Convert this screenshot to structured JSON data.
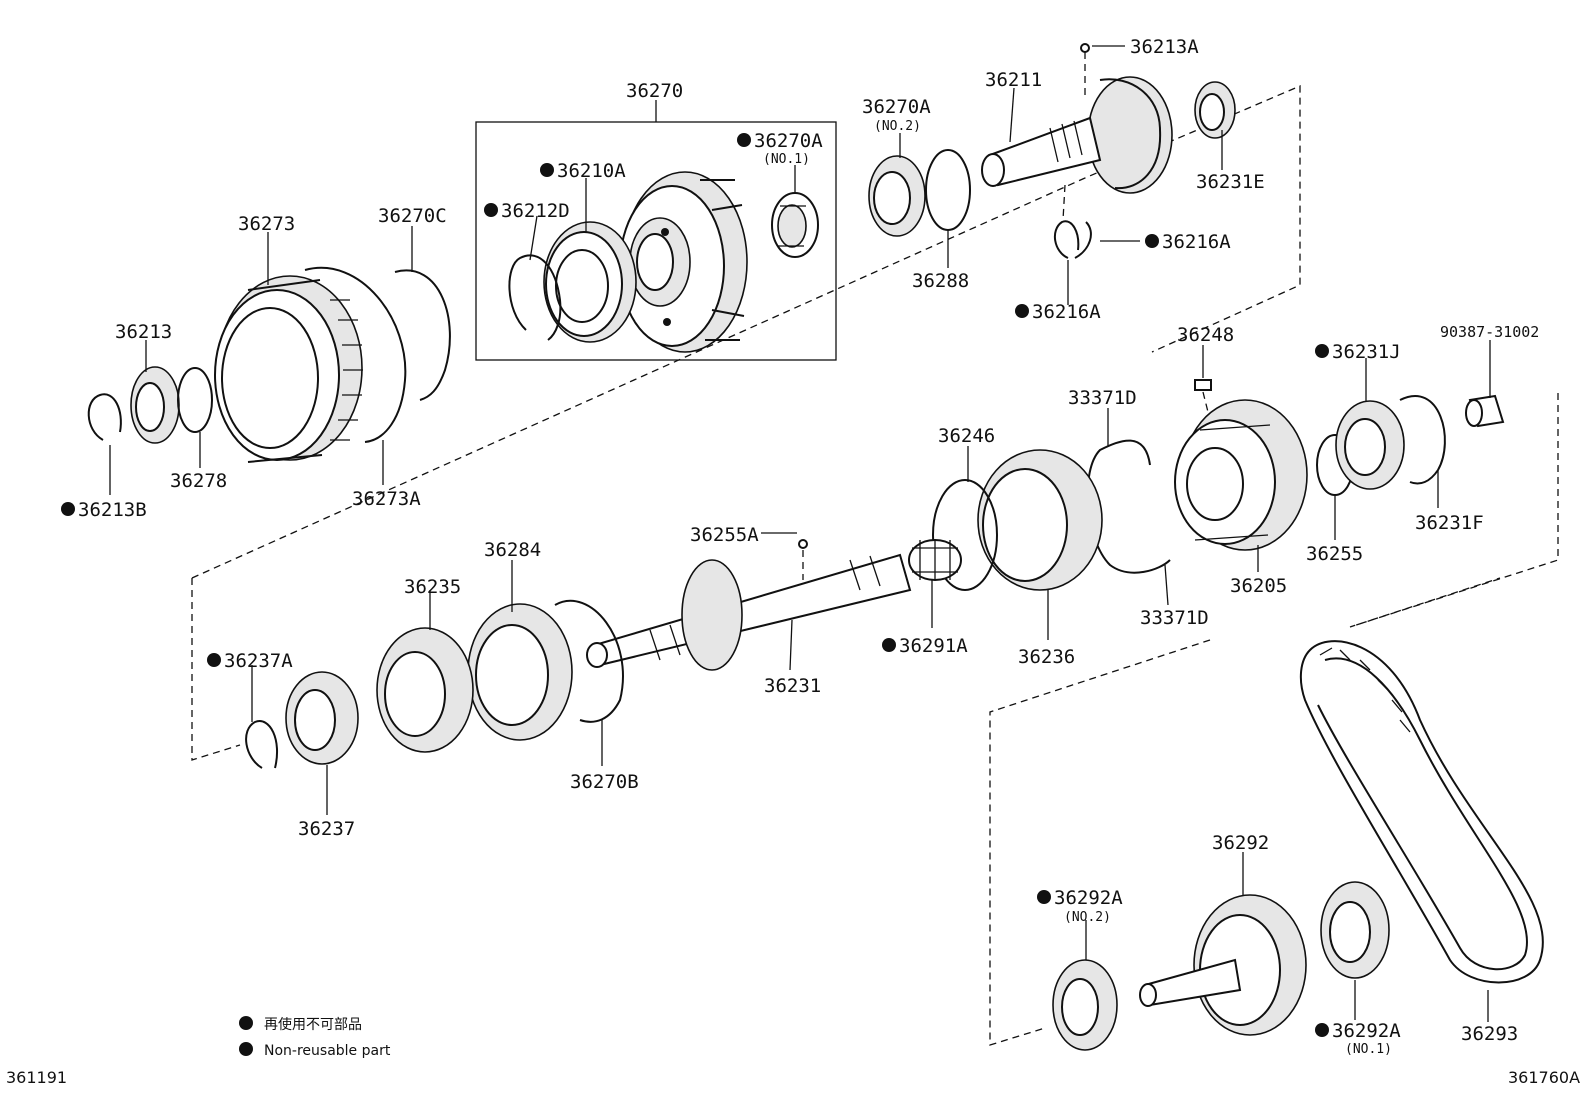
{
  "labels": {
    "p36270": "36270",
    "p36270A_no1": "36270A",
    "p36270A_no1_sub": "(NO.1)",
    "p36210A": "36210A",
    "p36212D": "36212D",
    "p36273": "36273",
    "p36270C": "36270C",
    "p36213": "36213",
    "p36278": "36278",
    "p36213B": "36213B",
    "p36273A": "36273A",
    "p36270A_no2": "36270A",
    "p36270A_no2_sub": "(NO.2)",
    "p36288": "36288",
    "p36211": "36211",
    "p36213A": "36213A",
    "p36231E": "36231E",
    "p36216A_a": "36216A",
    "p36216A_b": "36216A",
    "p36248": "36248",
    "p36231J": "36231J",
    "p90387": "90387-31002",
    "p33371D_top": "33371D",
    "p36246": "36246",
    "p36255A": "36255A",
    "p36284": "36284",
    "p36235": "36235",
    "p36237A": "36237A",
    "p36231": "36231",
    "p36291A": "36291A",
    "p36236": "36236",
    "p33371D_bottom": "33371D",
    "p36205": "36205",
    "p36255": "36255",
    "p36231F": "36231F",
    "p36270B": "36270B",
    "p36237": "36237",
    "p36292": "36292",
    "p36292A_no2": "36292A",
    "p36292A_no2_sub": "(NO.2)",
    "p36292A_no1": "36292A",
    "p36292A_no1_sub": "(NO.1)",
    "p36293": "36293"
  },
  "legend": {
    "jp": "再使用不可部品",
    "en": "Non-reusable part"
  },
  "footer": {
    "left": "361191",
    "right": "361760A"
  }
}
